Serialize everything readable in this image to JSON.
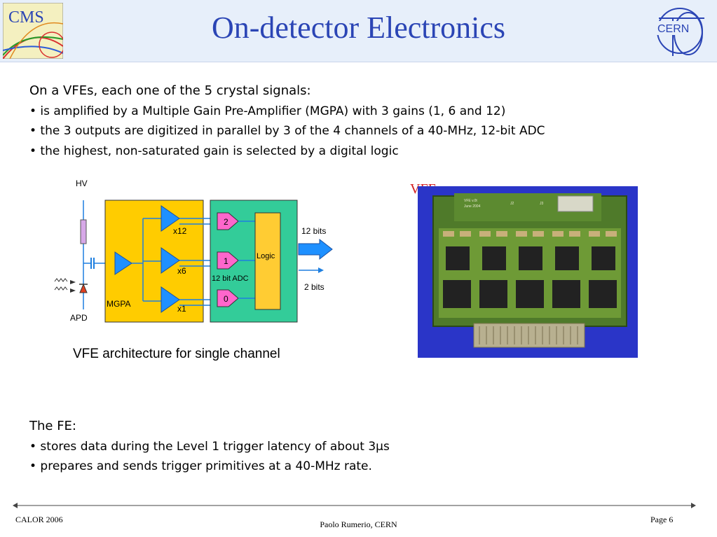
{
  "slide": {
    "title": "On-detector Electronics",
    "logos": {
      "left": "CMS",
      "right": "CERN"
    }
  },
  "intro": {
    "heading": "On a VFEs, each one of the 5 crystal signals:",
    "bullets": [
      "• is amplified by a Multiple Gain Pre-Amplifier (MGPA) with 3 gains (1, 6 and 12)",
      "• the 3 outputs are digitized in parallel by 3 of the 4 channels of a 40-MHz, 12-bit ADC",
      "• the highest, non-saturated gain is selected by a digital logic"
    ]
  },
  "diagram": {
    "hv": "HV",
    "apd": "APD",
    "mgpa": "MGPA",
    "gains": [
      "x12",
      "x6",
      "x1"
    ],
    "adc_channels": [
      "2",
      "1",
      "0"
    ],
    "adc_label": "12 bit ADC",
    "logic": "Logic",
    "out_bits_top": "12 bits",
    "out_bits_bottom": "2 bits",
    "caption": "VFE architecture for single channel",
    "colors": {
      "mgpa": "#ffcc00",
      "adc": "#33cc99",
      "logic": "#ffcc33",
      "amp": "#1e90ff",
      "adc_chan": "#ff66cc",
      "wire": "#1e7fe0"
    }
  },
  "photo": {
    "label": "VFE",
    "board_text": [
      "VFE v.0t",
      "June 2004",
      "J2",
      "J3"
    ]
  },
  "fe": {
    "heading": "The FE:",
    "bullets": [
      "• stores data during the Level 1 trigger latency of about 3µs",
      "• prepares and sends trigger primitives at a 40-MHz rate."
    ]
  },
  "footer": {
    "left": "CALOR 2006",
    "center": "Paolo Rumerio, CERN",
    "right": "Page 6"
  }
}
